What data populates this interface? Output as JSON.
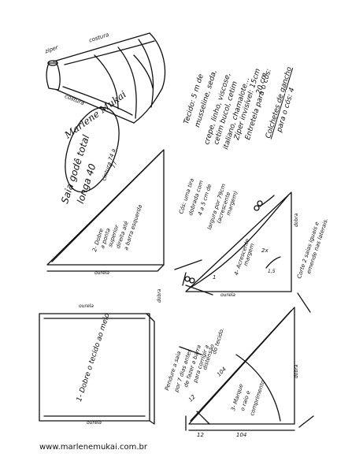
{
  "title_oval": {
    "line1": "Saia godê total",
    "line2": "longa 40"
  },
  "cintura": {
    "label": "cintura 74 a",
    "value2": "77"
  },
  "signature": "Marlene Mukai",
  "skirt_labels": {
    "costura_left": "costura",
    "costura_right": "costura",
    "ziper": "ziper"
  },
  "fabric_info": {
    "lines": [
      "Tecido: 5 m de",
      "musseline, seda,",
      "crepe, linho, viscose,",
      "cetim bucol, cetim",
      "italiano, chamalote..."
    ],
    "ziper": "Zíper invisível: 15cm",
    "entretela": "Entretela para o cós:",
    "entretela_value": "20 cm",
    "colchetes": "Colchetes de gancho",
    "colchetes2": "para o cós: 4"
  },
  "cos_note": {
    "lines": [
      "Cós: uma tira",
      "dobrada com",
      "4 a 5 cm de",
      "largura por 79cm",
      "(acrescente",
      "margem)"
    ]
  },
  "corte_note": {
    "line1": "Corte 2 saias iguais e",
    "line2": "emende nas laterais."
  },
  "step1": {
    "text": "1- Dobre o tecido ao meio"
  },
  "step2": {
    "lines": [
      "2- Dobre",
      "a ponta",
      "superior",
      "direita até",
      "a barra esquerda"
    ]
  },
  "step3": {
    "lines": [
      "3- Marque",
      "o raio e",
      "comprimento"
    ]
  },
  "step4": {
    "lines": [
      "4- Acrescente",
      "margem"
    ]
  },
  "pendure_note": {
    "lines": [
      "Pendure a saia",
      "por 7 dias antes",
      "de fazer a barra",
      "para corrigir a",
      "distensão",
      "do tecido."
    ]
  },
  "ourela_labels": [
    "ourela",
    "ourela",
    "ourela",
    "ourela"
  ],
  "dobra_labels": [
    "dobra",
    "dobra",
    "dobra"
  ],
  "measures": {
    "r1": "12",
    "r2": "104",
    "m1": "12",
    "m2": "104",
    "x2": "2x",
    "one": "1",
    "x15": "1,5"
  },
  "url": "www.marlenemukai.com.br"
}
